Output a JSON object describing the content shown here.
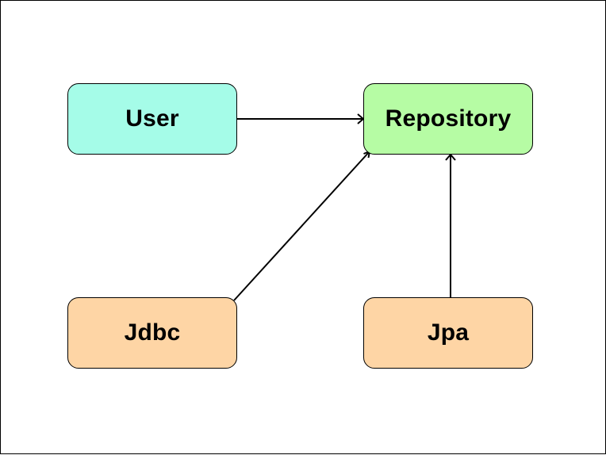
{
  "diagram": {
    "nodes": [
      {
        "id": "user",
        "label": "User",
        "fill": "#a5fce8"
      },
      {
        "id": "repository",
        "label": "Repository",
        "fill": "#b6fca4"
      },
      {
        "id": "jdbc",
        "label": "Jdbc",
        "fill": "#fed5a5"
      },
      {
        "id": "jpa",
        "label": "Jpa",
        "fill": "#fed5a5"
      }
    ],
    "edges": [
      {
        "from": "user",
        "to": "repository"
      },
      {
        "from": "jdbc",
        "to": "repository"
      },
      {
        "from": "jpa",
        "to": "repository"
      }
    ],
    "colors": {
      "border": "#000000",
      "edge": "#000000"
    }
  }
}
